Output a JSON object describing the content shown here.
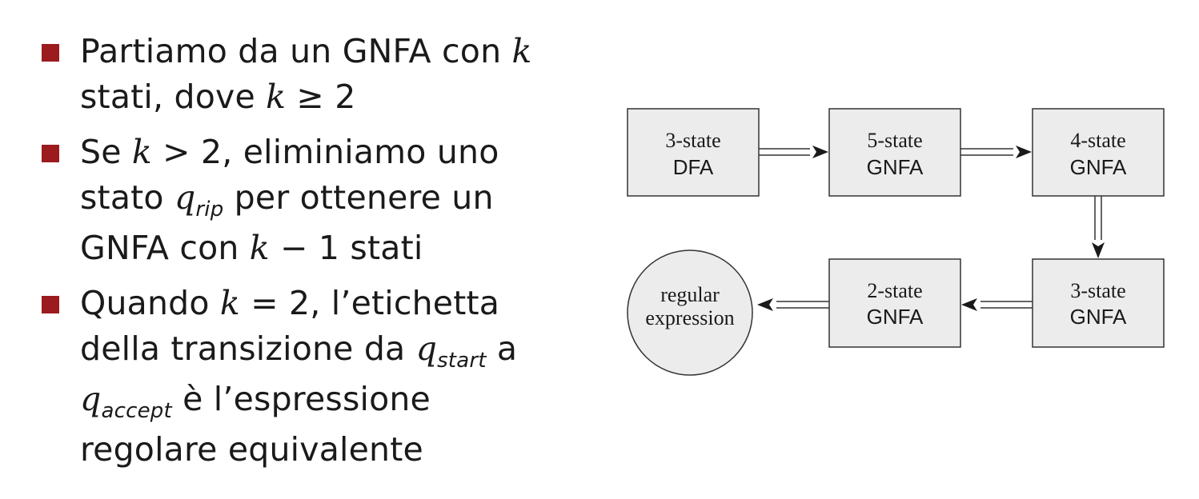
{
  "bullets": [
    {
      "t1": "Partiamo da un GNFA con ",
      "k": "k",
      "t2": "stati, dove ",
      "k2": "k",
      "geq": "≥",
      "two": "2"
    },
    {
      "t1": "Se ",
      "k": "k",
      "gt": ">",
      "two": "2",
      "t2": ", eliminiamo uno",
      "t3": "stato ",
      "q": "q",
      "q_sub": "rip",
      "t4": " per ottenere un",
      "t5": "GNFA con ",
      "k2": "k",
      "minus": "−",
      "one": "1",
      "t6": " stati"
    },
    {
      "t1": "Quando ",
      "k": "k",
      "eq": "=",
      "two": "2",
      "t2": ", l’etichetta",
      "t3": "della transizione da ",
      "q1": "q",
      "q1_sub": "start",
      "t4": " a",
      "q2": "q",
      "q2_sub": "accept",
      "t5": " è l’espressione",
      "t6": "regolare equivalente"
    }
  ],
  "diagram": {
    "nodes": [
      {
        "id": "dfa3",
        "line1": "3-state",
        "line2": "DFA"
      },
      {
        "id": "gnfa5",
        "line1": "5-state",
        "line2": "GNFA"
      },
      {
        "id": "gnfa4",
        "line1": "4-state",
        "line2": "GNFA"
      },
      {
        "id": "gnfa3",
        "line1": "3-state",
        "line2": "GNFA"
      },
      {
        "id": "gnfa2",
        "line1": "2-state",
        "line2": "GNFA"
      },
      {
        "id": "regex",
        "line1": "regular",
        "line2": "expression"
      }
    ],
    "colors": {
      "bullet_marker": "#9b1b1e",
      "node_fill": "#ececec",
      "stroke": "#333333"
    }
  }
}
